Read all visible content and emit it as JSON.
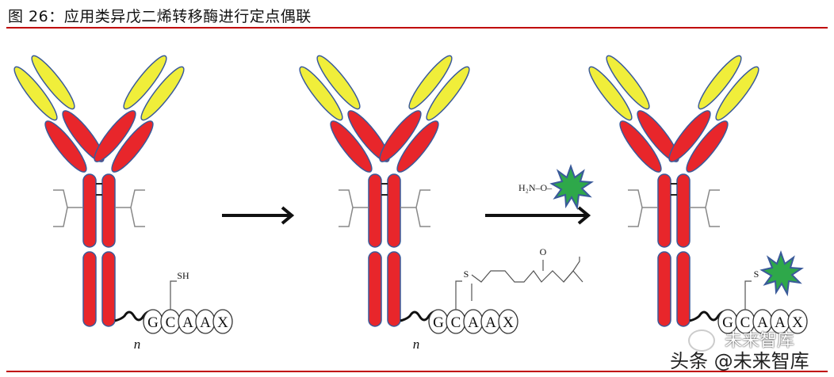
{
  "title": "图 26：应用类异戊二烯转移酶进行定点偶联",
  "colors": {
    "rule": "#c00000",
    "heavy_chain": "#e8262b",
    "light_chain": "#f0ee3a",
    "fluorophore": "#2ea84a",
    "outline": "#3a5a9a"
  },
  "panels": [
    {
      "sequence": [
        "G",
        "C",
        "A",
        "A",
        "X"
      ],
      "repeat": "n",
      "group": "SH"
    },
    {
      "sequence": [
        "G",
        "C",
        "A",
        "A",
        "X"
      ],
      "repeat": "n",
      "group": "S",
      "ketone_label": "O"
    },
    {
      "sequence": [
        "G",
        "C",
        "A",
        "A",
        "X"
      ],
      "group": "S",
      "attached": "fluorophore-star"
    }
  ],
  "reagent": {
    "label": "H₂N–O–",
    "icon": "fluorophore-star"
  },
  "watermark": {
    "logo_text": "未来智库",
    "text": "头条 @未来智库",
    "icon": "wechat-icon"
  }
}
